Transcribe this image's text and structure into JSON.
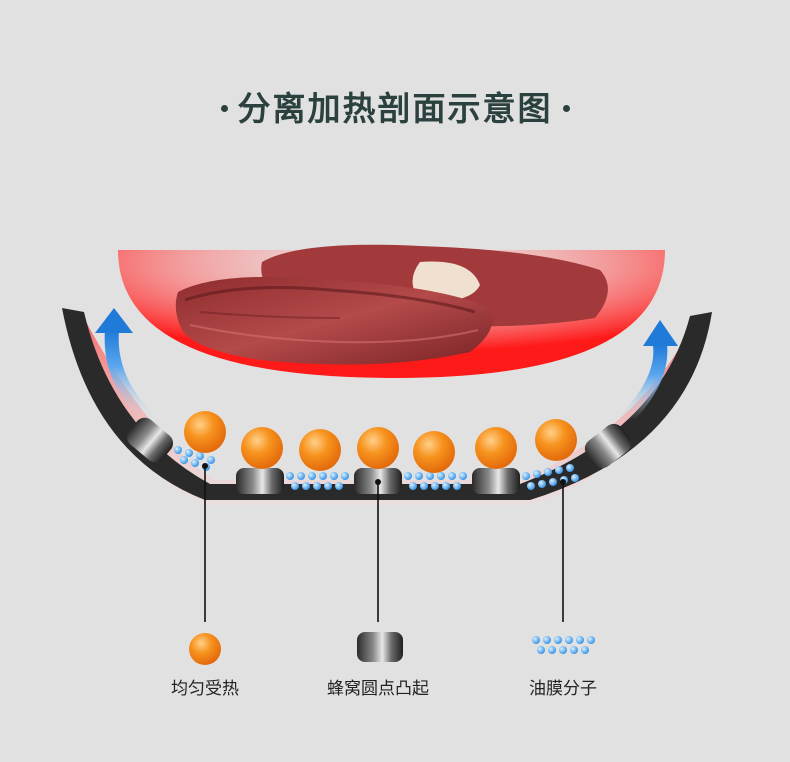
{
  "title": "分离加热剖面示意图",
  "legend": {
    "heat": "均匀受热",
    "honeycomb": "蜂窝圆点凸起",
    "oil": "油膜分子"
  },
  "colors": {
    "heat_glow": "#ff1a1a",
    "orange_ball": "#f58a1a",
    "pan_body": "#2a2a2a",
    "arrow_blue": "#2f86e0",
    "oil_blue": "#4aa3ee",
    "background": "#e1e1e1",
    "title_text": "#2b4140"
  }
}
